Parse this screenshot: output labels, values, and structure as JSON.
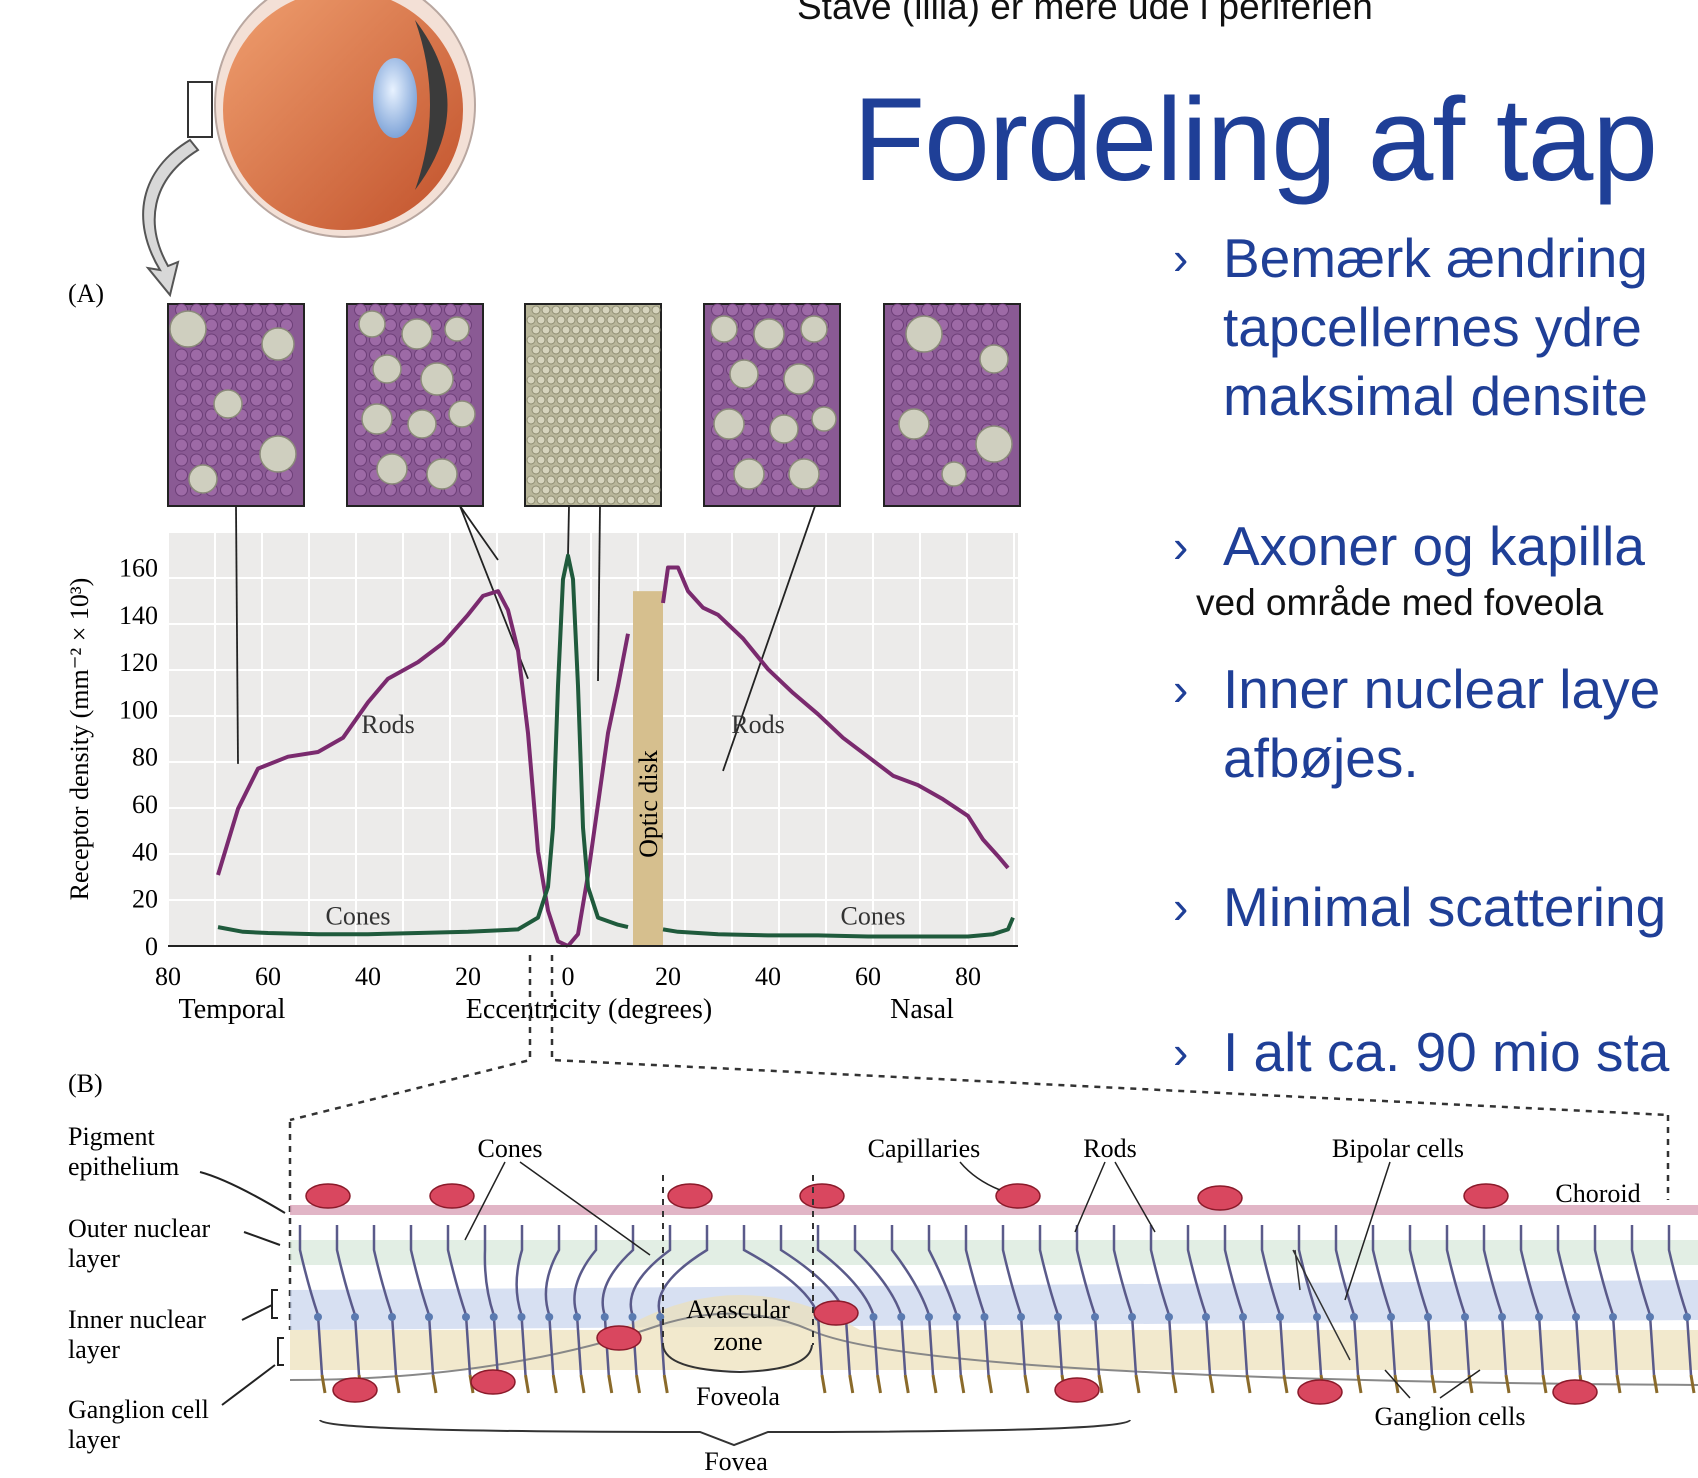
{
  "slide": {
    "top_note": "Stave (lilla) er mere ude i periferien",
    "title": "Fordeling af tap",
    "bullets": [
      {
        "lines": [
          "Bemærk ændring",
          "tapcellernes ydre",
          "maksimal densite"
        ]
      },
      {
        "lines": [
          "Axoner og kapilla"
        ],
        "subnote": "ved område med foveola"
      },
      {
        "lines": [
          "Inner nuclear laye",
          "afbøjes."
        ]
      },
      {
        "lines": [
          "Minimal scattering"
        ]
      },
      {
        "lines": [
          "I alt ca. 90 mio sta"
        ]
      }
    ]
  },
  "panel_a": {
    "label": "(A)",
    "optic_disk_label": "Optic disk",
    "colors": {
      "rods": "#7a2a6e",
      "cones": "#1f5a3c",
      "optic_disk": "#d6bf8e",
      "mosaic_bg": "#8a5a94",
      "cell": "#cfcfbf"
    }
  },
  "chart_data": {
    "type": "line",
    "ylabel": "Receptor density (mm⁻² × 10³)",
    "xlabel": "Eccentricity (degrees)",
    "x_side_labels": {
      "left": "Temporal",
      "right": "Nasal"
    },
    "xlim": [
      -80,
      90
    ],
    "ylim": [
      0,
      175
    ],
    "x_ticks": [
      -80,
      -60,
      -40,
      -20,
      0,
      20,
      40,
      60,
      80
    ],
    "x_tick_labels": [
      "80",
      "60",
      "40",
      "20",
      "0",
      "20",
      "40",
      "60",
      "80"
    ],
    "y_ticks": [
      0,
      20,
      40,
      60,
      80,
      100,
      120,
      140,
      160
    ],
    "y_tick_labels": [
      "0",
      "20",
      "40",
      "60",
      "80",
      "100",
      "120",
      "140",
      "160"
    ],
    "optic_disk_range": [
      13,
      19
    ],
    "series": [
      {
        "name": "Rods",
        "segments": [
          [
            [
              -70,
              30
            ],
            [
              -66,
              58
            ],
            [
              -62,
              75
            ],
            [
              -56,
              80
            ],
            [
              -50,
              82
            ],
            [
              -45,
              88
            ],
            [
              -40,
              103
            ],
            [
              -36,
              113
            ],
            [
              -30,
              120
            ],
            [
              -25,
              128
            ],
            [
              -20,
              140
            ],
            [
              -17,
              148
            ],
            [
              -14,
              150
            ],
            [
              -12,
              142
            ],
            [
              -10,
              125
            ],
            [
              -8,
              90
            ],
            [
              -6,
              40
            ],
            [
              -4,
              15
            ],
            [
              -2,
              2
            ],
            [
              0,
              0
            ]
          ],
          [
            [
              0,
              0
            ],
            [
              2,
              5
            ],
            [
              4,
              30
            ],
            [
              6,
              60
            ],
            [
              8,
              90
            ],
            [
              10,
              110
            ],
            [
              12,
              132
            ]
          ],
          [
            [
              19,
              145
            ],
            [
              20,
              160
            ],
            [
              22,
              160
            ],
            [
              24,
              150
            ],
            [
              27,
              143
            ],
            [
              30,
              140
            ],
            [
              35,
              130
            ],
            [
              40,
              117
            ],
            [
              45,
              107
            ],
            [
              50,
              98
            ],
            [
              55,
              88
            ],
            [
              60,
              80
            ],
            [
              65,
              72
            ],
            [
              70,
              68
            ],
            [
              75,
              62
            ],
            [
              80,
              55
            ],
            [
              83,
              45
            ],
            [
              86,
              38
            ],
            [
              88,
              33
            ]
          ]
        ]
      },
      {
        "name": "Cones",
        "segments": [
          [
            [
              -70,
              8
            ],
            [
              -65,
              6
            ],
            [
              -60,
              5.5
            ],
            [
              -50,
              5
            ],
            [
              -40,
              5
            ],
            [
              -30,
              5.5
            ],
            [
              -20,
              6
            ],
            [
              -10,
              7
            ],
            [
              -6,
              12
            ],
            [
              -4,
              25
            ],
            [
              -3,
              50
            ],
            [
              -2,
              110
            ],
            [
              -1,
              155
            ],
            [
              0,
              165
            ],
            [
              1,
              155
            ],
            [
              2,
              110
            ],
            [
              3,
              50
            ],
            [
              4,
              25
            ],
            [
              6,
              12
            ],
            [
              10,
              9
            ],
            [
              12,
              8
            ]
          ],
          [
            [
              19,
              7
            ],
            [
              22,
              6
            ],
            [
              30,
              5
            ],
            [
              40,
              4.5
            ],
            [
              50,
              4.5
            ],
            [
              60,
              4
            ],
            [
              70,
              4
            ],
            [
              80,
              4
            ],
            [
              85,
              5
            ],
            [
              88,
              7
            ],
            [
              89,
              12
            ]
          ]
        ]
      }
    ],
    "annotations": [
      {
        "text": "Rods",
        "x": -36,
        "y": 90
      },
      {
        "text": "Cones",
        "x": -42,
        "y": 9
      },
      {
        "text": "Rods",
        "x": 38,
        "y": 90
      },
      {
        "text": "Cones",
        "x": 61,
        "y": 9
      }
    ]
  },
  "panel_b": {
    "label": "(B)",
    "left_labels": [
      "Pigment",
      "epithelium",
      "Outer nuclear",
      "layer",
      "Inner nuclear",
      "layer",
      "Ganglion cell",
      "layer"
    ],
    "top_labels": [
      "Cones",
      "Capillaries",
      "Rods",
      "Bipolar cells",
      "Choroid"
    ],
    "center_labels": [
      "Avascular",
      "zone",
      "Foveola",
      "Fovea"
    ],
    "right_label": "Ganglion cells"
  }
}
